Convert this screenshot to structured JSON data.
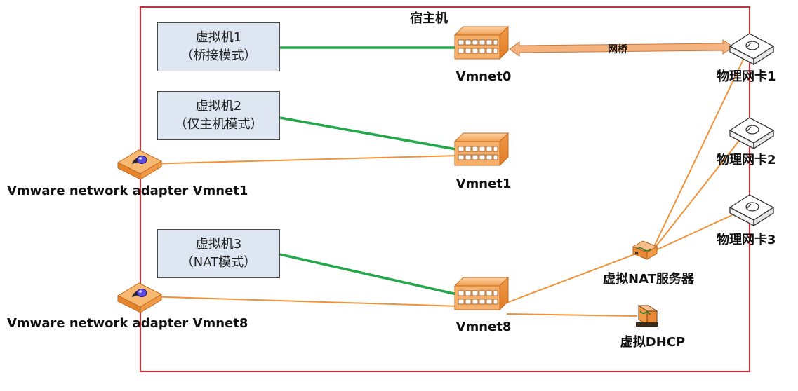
{
  "colors": {
    "host_border": "#e8262a",
    "green_link": "#22a84a",
    "orange_link": "#f0923a",
    "bridge_arrow": "#f3b27e",
    "vm_box_fill": "#dde6f1",
    "switch_fill": "#f4a052"
  },
  "host": {
    "title": "宿主机"
  },
  "vms": [
    {
      "name": "虚拟机1",
      "mode": "（桥接模式）"
    },
    {
      "name": "虚拟机2",
      "mode": "（仅主机模式）"
    },
    {
      "name": "虚拟机3",
      "mode": "（NAT模式）"
    }
  ],
  "switches": {
    "vmnet0": "Vmnet0",
    "vmnet1": "Vmnet1",
    "vmnet8": "Vmnet8"
  },
  "adapters": {
    "vmnet1": "Vmware network adapter Vmnet1",
    "vmnet8": "Vmware network adapter Vmnet8"
  },
  "nics": [
    "物理网卡1",
    "物理网卡2",
    "物理网卡3"
  ],
  "bridge_label": "网桥",
  "nat_server": "虚拟NAT服务器",
  "dhcp": "虚拟DHCP",
  "icons": [
    "switch-icon",
    "network-adapter-icon",
    "physical-nic-icon",
    "nat-router-icon",
    "dhcp-server-icon"
  ]
}
